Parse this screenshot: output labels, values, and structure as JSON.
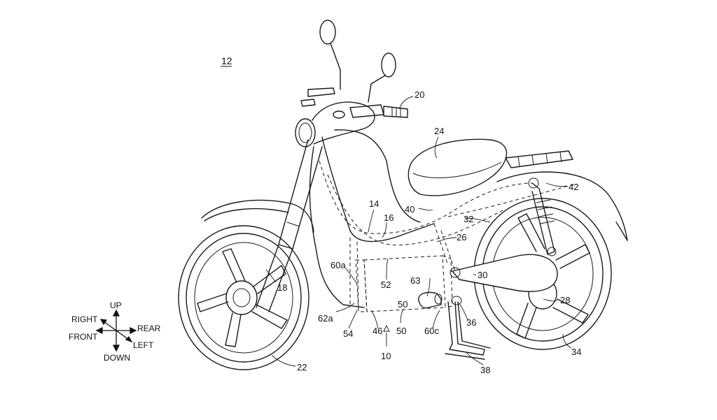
{
  "figure_label": "12",
  "callouts": {
    "n10": "10",
    "n14": "14",
    "n16": "16",
    "n18": "18",
    "n20": "20",
    "n22": "22",
    "n24": "24",
    "n26": "26",
    "n28": "28",
    "n30": "30",
    "n32": "32",
    "n34": "34",
    "n36": "36",
    "n38": "38",
    "n40": "40",
    "n42": "42",
    "n46": "46",
    "n50": "50",
    "n52": "52",
    "n54": "54",
    "n60a": "60a",
    "n60c": "60c",
    "n62a": "62a",
    "n63": "63"
  },
  "direction_indicator": {
    "up": "UP",
    "down": "DOWN",
    "right": "RIGHT",
    "left": "LEFT",
    "front": "FRONT",
    "rear": "REAR"
  }
}
